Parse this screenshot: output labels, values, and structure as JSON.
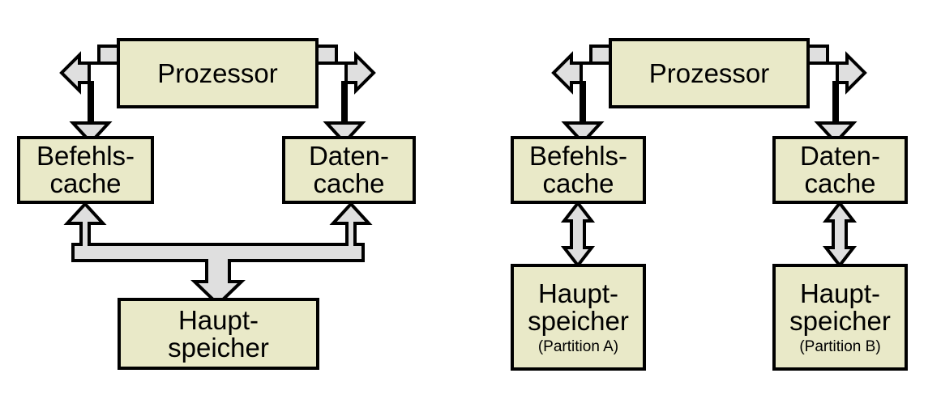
{
  "figure": {
    "title": "",
    "background_color": "#ffffff",
    "box_fill_color": "#e9e9c8",
    "box_stroke_color": "#000000",
    "arrow_fill_color": "#dfdfdf",
    "arrow_stroke_color": "#000000"
  },
  "left_diagram": {
    "name": "von-neumann-shared-main-memory",
    "processor": {
      "label": "Prozessor"
    },
    "instruction_cache": {
      "line1": "Befehls-",
      "line2": "cache"
    },
    "data_cache": {
      "line1": "Daten-",
      "line2": "cache"
    },
    "main_memory": {
      "line1": "Haupt-",
      "line2": "speicher",
      "sub": ""
    },
    "connectors": [
      {
        "name": "processor-to-instruction-cache",
        "kind": "elbow-double-arrow"
      },
      {
        "name": "processor-to-data-cache",
        "kind": "elbow-double-arrow"
      },
      {
        "name": "caches-to-main-memory",
        "kind": "y-junction-triple-arrow"
      }
    ]
  },
  "right_diagram": {
    "name": "harvard-partitioned-main-memory",
    "processor": {
      "label": "Prozessor"
    },
    "instruction_cache": {
      "line1": "Befehls-",
      "line2": "cache"
    },
    "data_cache": {
      "line1": "Daten-",
      "line2": "cache"
    },
    "main_memory_a": {
      "line1": "Haupt-",
      "line2": "speicher",
      "sub": "(Partition A)"
    },
    "main_memory_b": {
      "line1": "Haupt-",
      "line2": "speicher",
      "sub": "(Partition B)"
    },
    "connectors": [
      {
        "name": "processor-to-instruction-cache",
        "kind": "elbow-double-arrow"
      },
      {
        "name": "processor-to-data-cache",
        "kind": "elbow-double-arrow"
      },
      {
        "name": "instruction-cache-to-memory-a",
        "kind": "vertical-double-arrow"
      },
      {
        "name": "data-cache-to-memory-b",
        "kind": "vertical-double-arrow"
      }
    ]
  }
}
